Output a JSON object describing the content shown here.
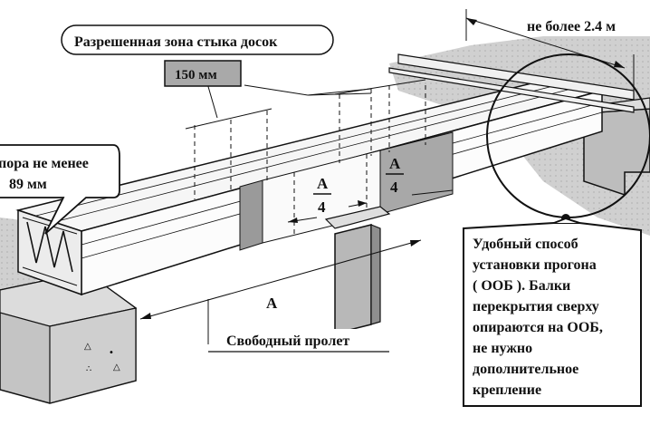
{
  "labels": {
    "joint_zone": "Разрешенная зона стыка досок",
    "joint_width": "150 мм",
    "max_spacing": "не более 2.4 м",
    "support_line1": "пора не менее",
    "support_line2": "89 мм",
    "frac_num": "А",
    "frac_den": "4",
    "frac2_num": "А",
    "frac2_den": "4",
    "span_letter": "А",
    "free_span": "Свободный пролет",
    "callout_lines": [
      "Удобный способ",
      "установки прогона",
      "( ООБ ). Балки",
      "перекрытия сверху",
      "опираются на ООБ,",
      "не нужно",
      "дополнительное",
      "крепление"
    ]
  },
  "colors": {
    "ink": "#111111",
    "ground_gray": "#c8c8c8",
    "dark_gray": "#8a8a8a",
    "beam_white": "#fafafa",
    "badge_fill": "#a9a9a9"
  },
  "icons": [
    "support-post",
    "concrete-pier",
    "magnifier-circle"
  ]
}
